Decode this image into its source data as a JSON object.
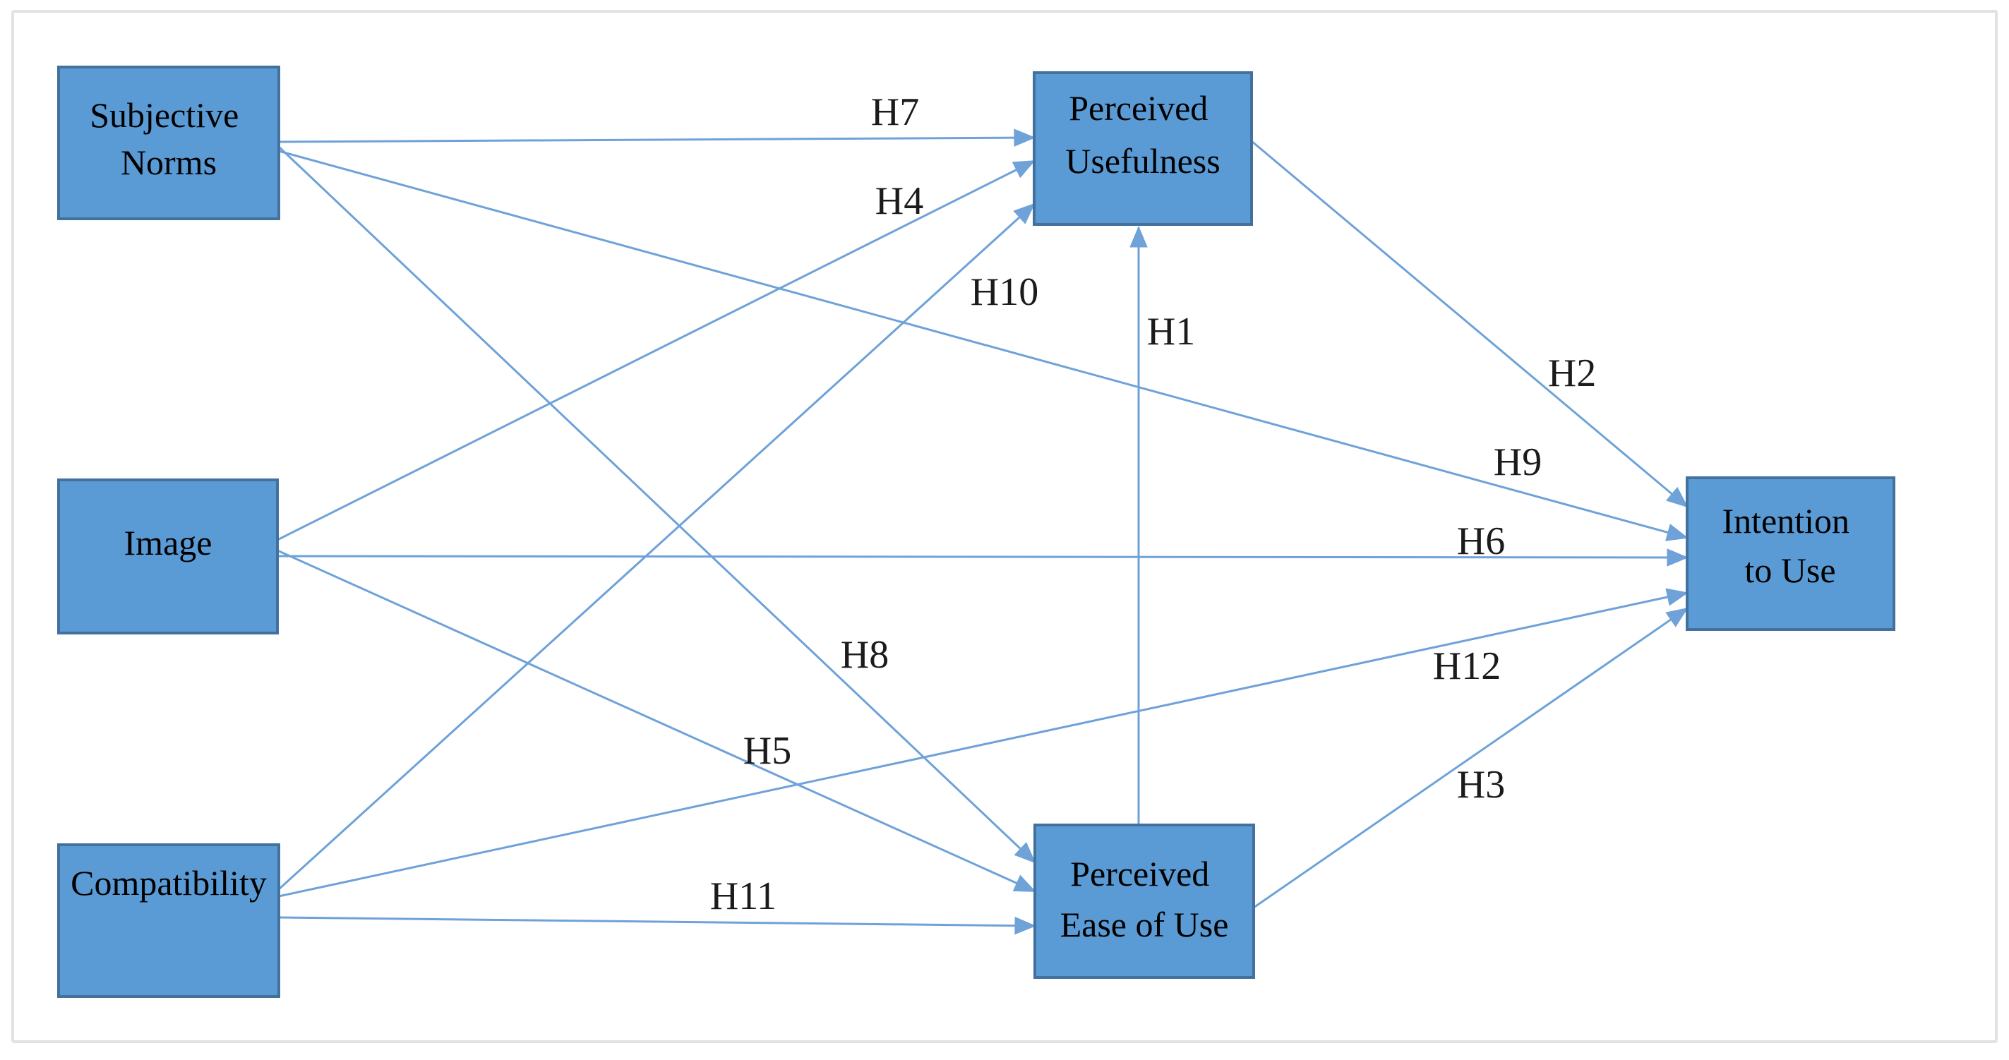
{
  "diagram": {
    "type": "path-model",
    "description": "Hypothesis path diagram with six constructs and twelve hypothesis arrows"
  },
  "colors": {
    "background": "#ffffff",
    "frame_border": "#e0e2e5",
    "node_fill": "#5b9bd5",
    "node_border": "#41719c",
    "node_text": "#000000",
    "arrow": "#6ea2d8",
    "edge_label_text": "#1b1b1b"
  },
  "nodes": [
    {
      "id": "subjective-norms",
      "label": "Subjective Norms",
      "lines": [
        "Subjective",
        "Norms"
      ]
    },
    {
      "id": "image",
      "label": "Image",
      "lines": [
        "Image"
      ]
    },
    {
      "id": "compatibility",
      "label": "Compatibility",
      "lines": [
        "Compatibility"
      ]
    },
    {
      "id": "perceived-usefulness",
      "label": "Perceived Usefulness",
      "lines": [
        "Perceived",
        "Usefulness"
      ]
    },
    {
      "id": "perceived-ease-of-use",
      "label": "Perceived Ease of Use",
      "lines": [
        "Perceived",
        "Ease of Use"
      ]
    },
    {
      "id": "intention-to-use",
      "label": "Intention to Use",
      "lines": [
        "Intention",
        "to Use"
      ]
    }
  ],
  "edges": [
    {
      "id": "H1",
      "from": "perceived-ease-of-use",
      "to": "perceived-usefulness"
    },
    {
      "id": "H2",
      "from": "perceived-usefulness",
      "to": "intention-to-use"
    },
    {
      "id": "H3",
      "from": "perceived-ease-of-use",
      "to": "intention-to-use"
    },
    {
      "id": "H4",
      "from": "image",
      "to": "perceived-usefulness"
    },
    {
      "id": "H5",
      "from": "image",
      "to": "perceived-ease-of-use"
    },
    {
      "id": "H6",
      "from": "image",
      "to": "intention-to-use"
    },
    {
      "id": "H7",
      "from": "subjective-norms",
      "to": "perceived-usefulness"
    },
    {
      "id": "H8",
      "from": "subjective-norms",
      "to": "perceived-ease-of-use"
    },
    {
      "id": "H9",
      "from": "subjective-norms",
      "to": "intention-to-use"
    },
    {
      "id": "H10",
      "from": "compatibility",
      "to": "perceived-usefulness"
    },
    {
      "id": "H11",
      "from": "compatibility",
      "to": "perceived-ease-of-use"
    },
    {
      "id": "H12",
      "from": "compatibility",
      "to": "intention-to-use"
    }
  ]
}
